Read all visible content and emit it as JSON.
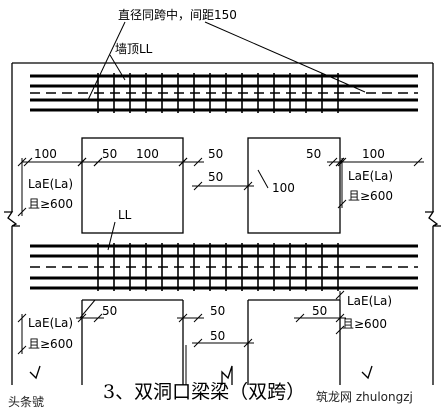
{
  "annotations": {
    "top_note": "直径同跨中，间距150",
    "wall_top_beam": "墙顶LL",
    "lintel": "LL"
  },
  "dimensions": {
    "d100": "100",
    "d50": "50",
    "lae_la": "LaE(La)",
    "min600": "且≥600"
  },
  "caption": "3、双洞口梁梁（双跨）",
  "watermark": {
    "left": "头条號",
    "right": "筑龙网 zhulongzj"
  }
}
